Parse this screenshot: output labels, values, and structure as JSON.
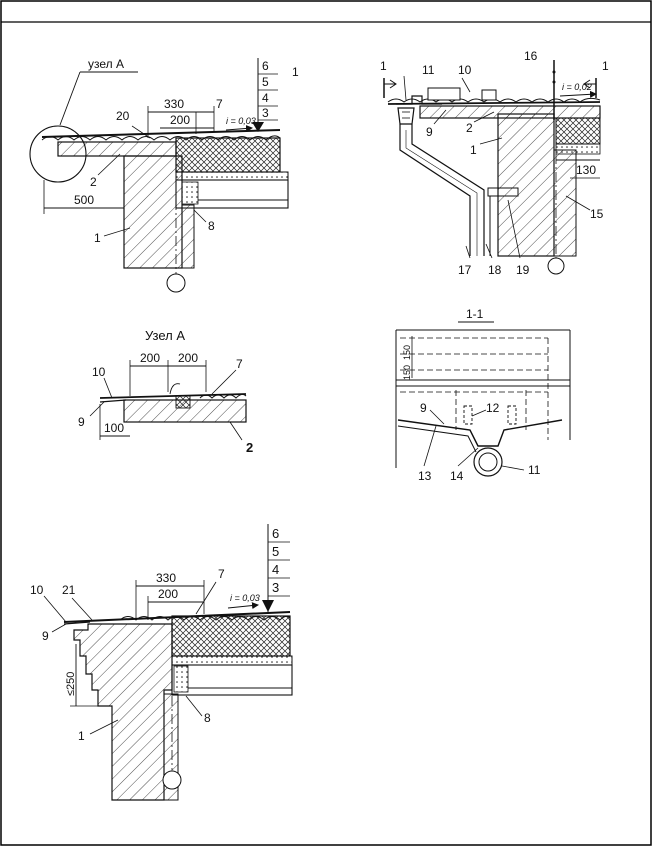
{
  "drawing_1": {
    "node_label": "узел А",
    "dims": {
      "d330": "330",
      "d200": "200",
      "d500": "500"
    },
    "slope": "i = 0,03",
    "layers": [
      "6",
      "5",
      "4",
      "3"
    ],
    "refs": {
      "r1": "1",
      "r2": "2",
      "r7": "7",
      "r8": "8",
      "r20": "20",
      "stack_1": "1"
    }
  },
  "drawing_2": {
    "section_mark": "1",
    "slope": "i = 0,02",
    "dims": {
      "d130": "130"
    },
    "refs": {
      "r1": "1",
      "r2": "2",
      "r9": "9",
      "r10": "10",
      "r11": "11",
      "r15": "15",
      "r16": "16",
      "r17": "17",
      "r18": "18",
      "r19": "19"
    }
  },
  "node_a": {
    "title": "Узел А",
    "dims": {
      "d200a": "200",
      "d200b": "200",
      "d100": "100"
    },
    "refs": {
      "r2": "2",
      "r7": "7",
      "r9": "9",
      "r10": "10"
    }
  },
  "section_1_1": {
    "title": "1-1",
    "dims": {
      "d150a": "150",
      "d150b": "150"
    },
    "refs": {
      "r9": "9",
      "r11": "11",
      "r12": "12",
      "r13": "13",
      "r14": "14"
    }
  },
  "drawing_3": {
    "dims": {
      "d330": "330",
      "d200": "200",
      "d250": "≤250"
    },
    "slope": "i = 0,03",
    "layers": [
      "6",
      "5",
      "4",
      "3"
    ],
    "refs": {
      "r1": "1",
      "r7": "7",
      "r8": "8",
      "r9": "9",
      "r10": "10",
      "r21": "21"
    }
  }
}
